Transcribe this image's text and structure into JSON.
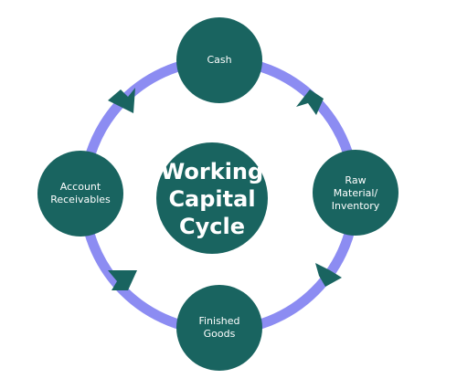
{
  "title": {
    "line1": "Working",
    "line2": "Capital",
    "line3": "Cycle"
  },
  "nodes": {
    "cash": "Cash",
    "raw_material": "Raw\nMaterial/\nInventory",
    "finished_goods": "Finished\nGoods",
    "account_receivables": "Account\nReceivables"
  },
  "colors": {
    "node_fill": "#196460",
    "ring": "#8c8cf2",
    "text": "#ffffff",
    "background": "#ffffff"
  }
}
